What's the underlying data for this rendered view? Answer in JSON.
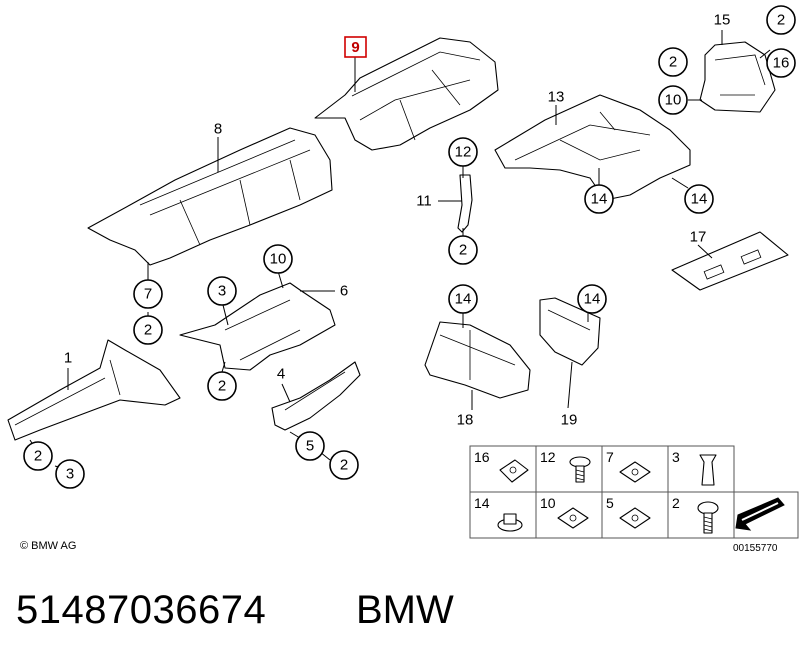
{
  "copyright": "© BMW AG",
  "diagram_id": "00155770",
  "part_number": "51487036674",
  "brand": "BMW",
  "highlight_color": "#d00000",
  "highlighted_label": "9",
  "callouts": {
    "c2_top_right": "2",
    "c15": "15",
    "c16": "16",
    "c2_rear": "2",
    "c10_rear": "10",
    "c13": "13",
    "c14_a": "14",
    "c14_b": "14",
    "c12": "12",
    "c11": "11",
    "c2_mid": "2",
    "c8": "8",
    "c7": "7",
    "c2_left": "2",
    "c10_mid": "10",
    "c3_mid": "3",
    "c6": "6",
    "c2_mid2": "2",
    "c4": "4",
    "c5": "5",
    "c2_low": "2",
    "c1": "1",
    "c2_front": "2",
    "c3_front": "3",
    "c14_c": "14",
    "c14_d": "14",
    "c18": "18",
    "c19": "19",
    "c17": "17"
  },
  "legend": [
    {
      "label": "16",
      "icon": "clip-nut-icon"
    },
    {
      "label": "12",
      "icon": "screw-icon"
    },
    {
      "label": "7",
      "icon": "clip-nut-icon"
    },
    {
      "label": "3",
      "icon": "expanding-rivet-icon"
    },
    {
      "label": "14",
      "icon": "collar-nut-icon"
    },
    {
      "label": "10",
      "icon": "clip-nut-icon"
    },
    {
      "label": "5",
      "icon": "clip-nut-icon"
    },
    {
      "label": "2",
      "icon": "screw-icon"
    }
  ]
}
